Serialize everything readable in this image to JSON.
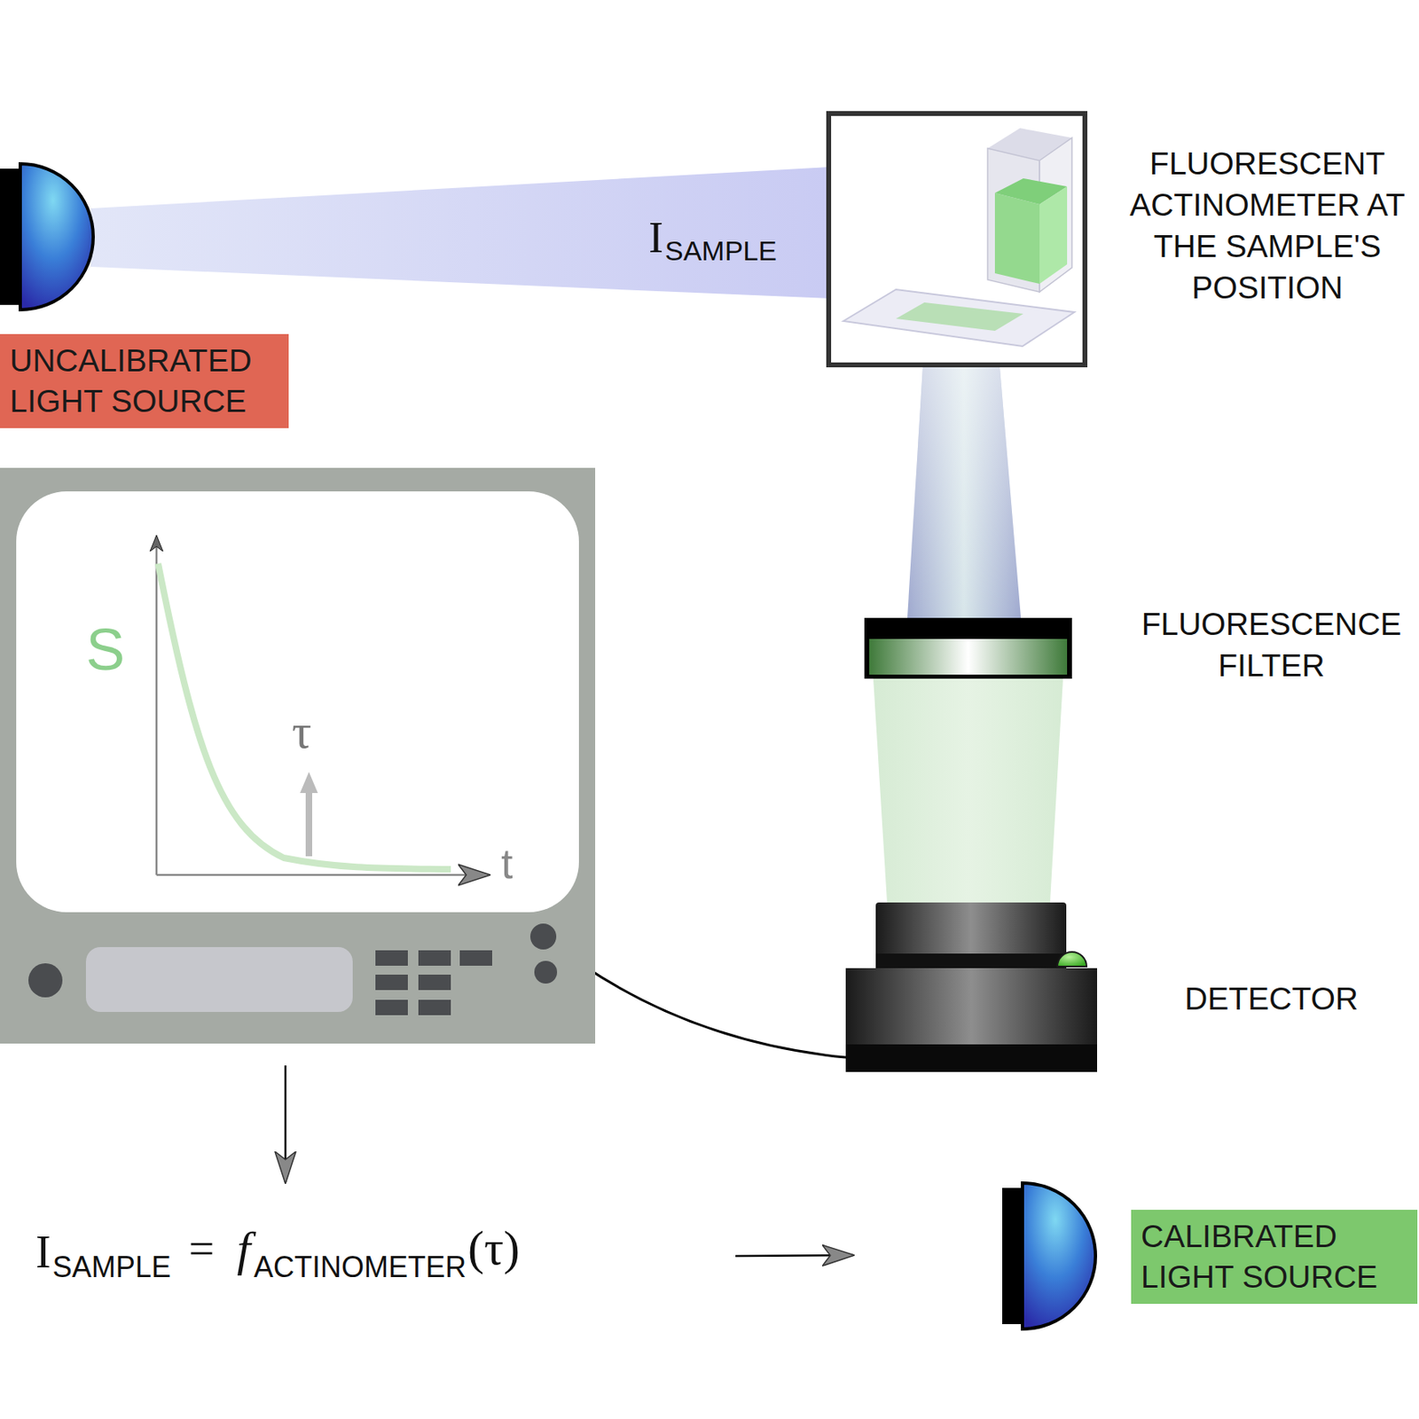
{
  "diagram": {
    "nodes": [
      {
        "text": [
          "UNCALIBRATED LIGHT SOURCE"
        ]
      },
      {
        "text": [
          "CALIBRATED LIGHT SOURCE"
        ]
      }
    ],
    "labels": [
      "I",
      "SAMPLE",
      "FLUORESCENT ACTINOMETER AT THE SAMPLE'S POSITION",
      "FLUORESCENCE FILTER",
      "DETECTOR",
      "S",
      "τ",
      "t",
      "I",
      "SAMPLE",
      "=",
      "f",
      "ACTINOMETER",
      "(τ)"
    ]
  }
}
